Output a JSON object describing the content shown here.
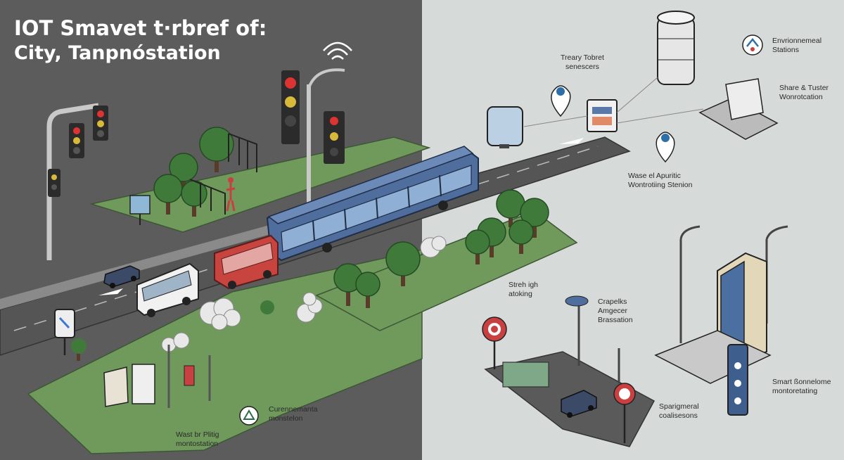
{
  "title": {
    "line1": "IOT Smavet t·rbref of:",
    "line2": "City, Tanpnóstation"
  },
  "labels": {
    "env_stations": {
      "line1": "Envrionnemeal",
      "line2": "Stations"
    },
    "treary": {
      "line1": "Treary Tobret",
      "line2": "senescers"
    },
    "share": {
      "line1": "Share & Tuster",
      "line2": "Wonrotcation"
    },
    "wase": {
      "line1": "Wase el Apuritic",
      "line2": "Wontrotiing Stenion"
    },
    "streh": {
      "line1": "Streh igh",
      "line2": "atoking"
    },
    "crapelks": {
      "line1": "Crapelks",
      "line2": "Amgecer",
      "line3": "Brassation"
    },
    "smart": {
      "line1": "Smart ßonnelome",
      "line2": "montoretating"
    },
    "sparig": {
      "line1": "Sparigmeral",
      "line2": "coalisesons"
    },
    "curren": {
      "line1": "Curennemanta",
      "line2": "monstelon"
    },
    "wast": {
      "line1": "Wast br Plitig",
      "line2": "montostation"
    }
  },
  "colors": {
    "left_bg": "#5c5c5c",
    "right_bg": "#d6dad8",
    "grass": "#6f9a5c",
    "road": "#555555",
    "bus": "#4f6e9e",
    "red_bus": "#c8443f"
  },
  "icons": [
    "traffic-light-icon",
    "wifi-signal-icon",
    "bus-icon",
    "car-icon",
    "tree-icon",
    "location-pin-icon",
    "sensor-tower-icon",
    "stop-sign-icon",
    "street-lamp-icon",
    "building-icon",
    "recycle-icon",
    "kiosk-icon"
  ]
}
